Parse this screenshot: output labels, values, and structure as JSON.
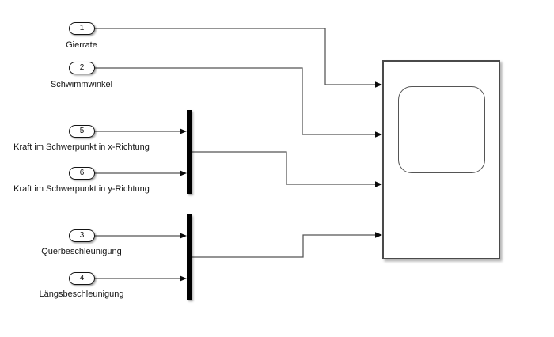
{
  "diagram": {
    "background_color": "#ffffff",
    "wire_color": "#545454",
    "block_fill_color": "#ffffff",
    "mux_color": "#000000"
  },
  "inports": [
    {
      "number": "1",
      "label": "Gierrate"
    },
    {
      "number": "2",
      "label": "Schwimmwinkel"
    },
    {
      "number": "5",
      "label": "Kraft im Schwerpunkt in x-Richtung"
    },
    {
      "number": "6",
      "label": "Kraft im Schwerpunkt in y-Richtung"
    },
    {
      "number": "3",
      "label": "Querbeschleunigung"
    },
    {
      "number": "4",
      "label": "Längsbeschleunigung"
    }
  ],
  "blocks": {
    "mux1": {
      "icon": "mux-bar-icon",
      "input_count": 2
    },
    "mux2": {
      "icon": "mux-bar-icon",
      "input_count": 2
    },
    "scope": {
      "icon": "scope-screen-icon",
      "input_count": 4
    }
  }
}
